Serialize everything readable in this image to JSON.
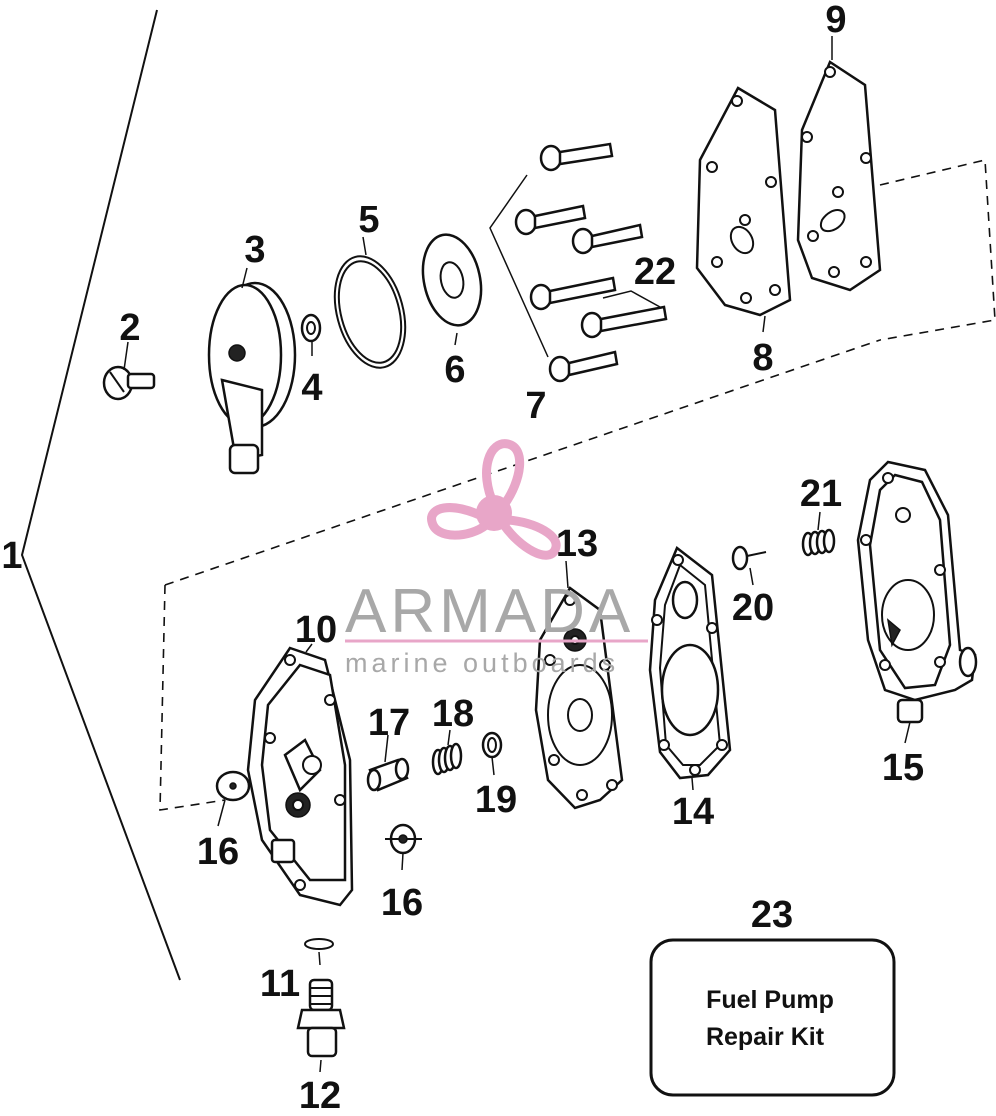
{
  "diagram": {
    "callouts": [
      "1",
      "2",
      "3",
      "4",
      "5",
      "6",
      "7",
      "8",
      "9",
      "10",
      "11",
      "12",
      "13",
      "14",
      "15",
      "16",
      "16",
      "17",
      "18",
      "19",
      "20",
      "21",
      "22",
      "23"
    ],
    "kit_box": {
      "line1": "Fuel Pump",
      "line2": "Repair Kit"
    },
    "watermark": {
      "brand": "ARMADA",
      "tagline": "marine outboards",
      "color": "#e8a6c8"
    }
  }
}
